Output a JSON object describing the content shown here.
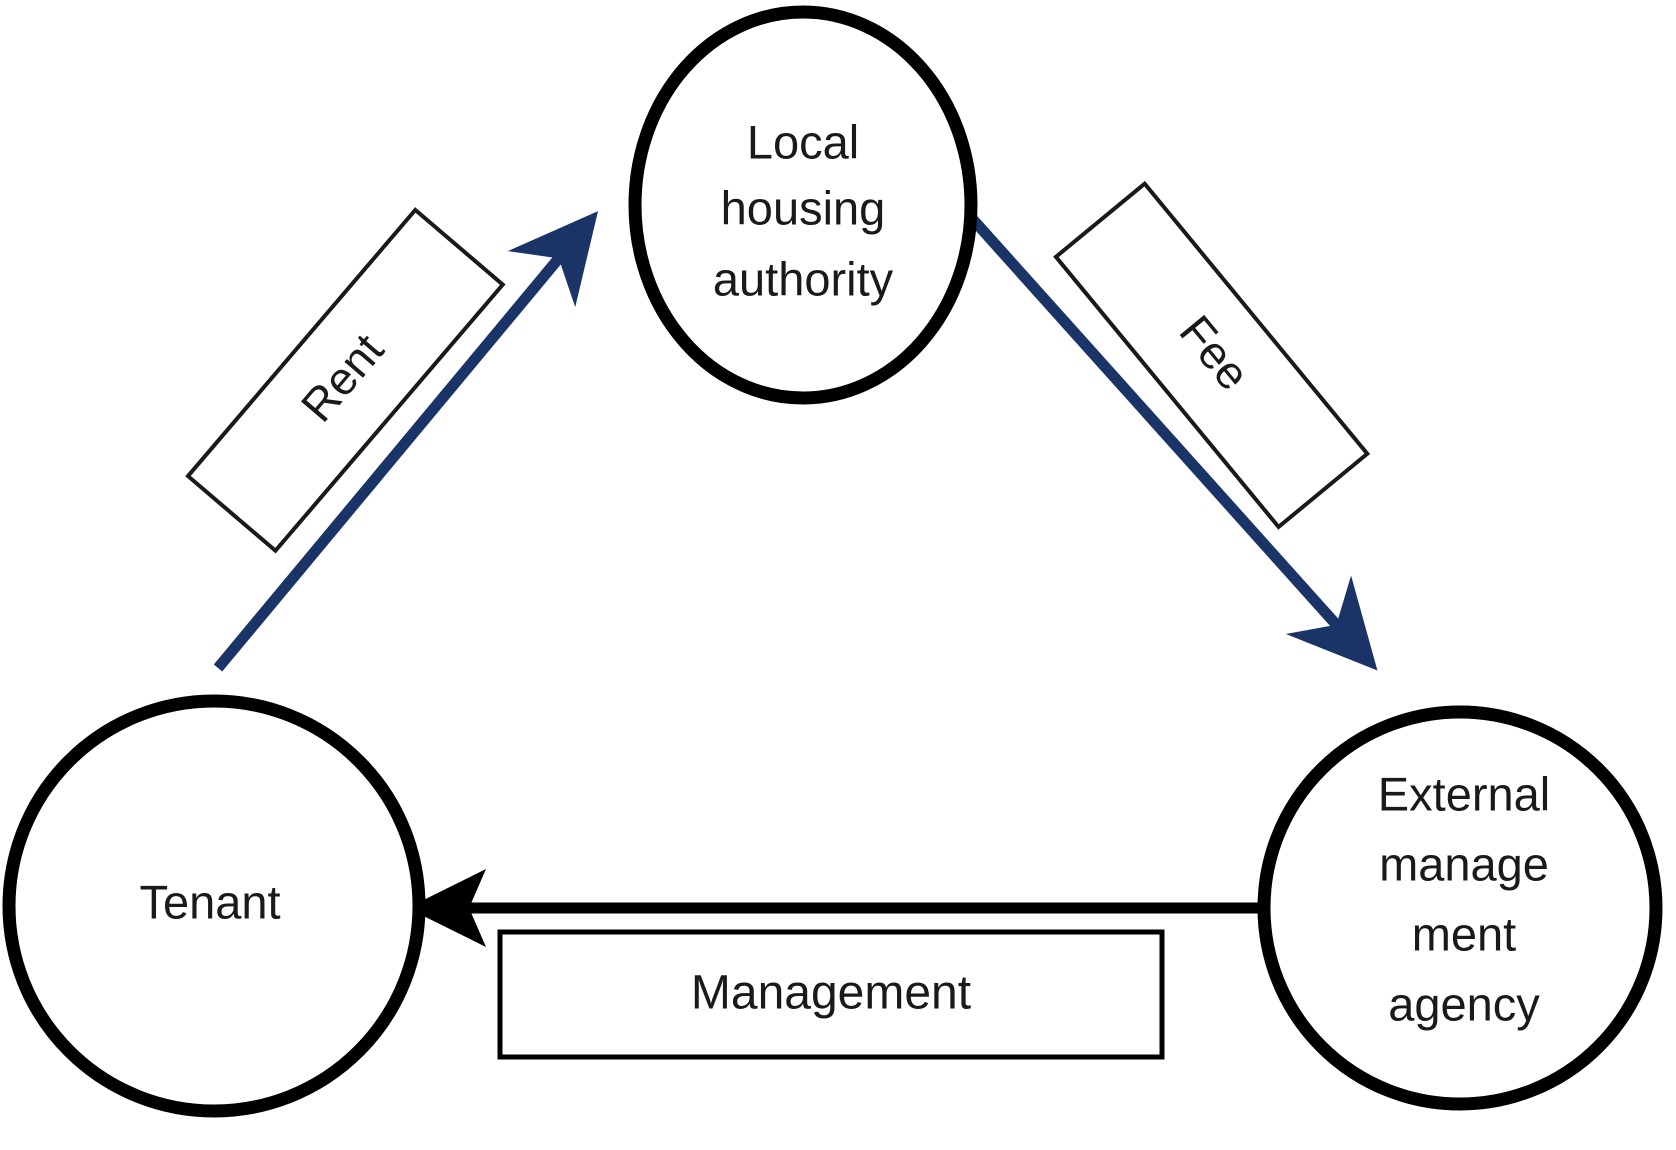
{
  "diagram": {
    "type": "flow-diagram",
    "background_color": "#ffffff",
    "node_stroke_color": "#000000",
    "node_fill_color": "#ffffff",
    "accent_arrow_color": "#1b3468",
    "plain_arrow_color": "#000000",
    "text_color": "#1a1a1a",
    "nodes": [
      {
        "id": "local-housing-authority",
        "shape": "circle",
        "lines": [
          "Local",
          "housing",
          "authority"
        ],
        "line1": "Local",
        "line2": "housing",
        "line3": "authority"
      },
      {
        "id": "tenant",
        "shape": "circle",
        "lines": [
          "Tenant"
        ],
        "line1": "Tenant"
      },
      {
        "id": "external-management-agency",
        "shape": "circle",
        "lines": [
          "External",
          "manage",
          "ment",
          "agency"
        ],
        "line1": "External",
        "line2": "manage",
        "line3": "ment",
        "line4": "agency"
      }
    ],
    "edges": [
      {
        "id": "rent",
        "label": "Rent",
        "from": "tenant",
        "to": "local-housing-authority",
        "color": "#1b3468",
        "label_box": "rotated"
      },
      {
        "id": "fee",
        "label": "Fee",
        "from": "local-housing-authority",
        "to": "external-management-agency",
        "color": "#1b3468",
        "label_box": "rotated"
      },
      {
        "id": "management",
        "label": "Management",
        "from": "external-management-agency",
        "to": "tenant",
        "color": "#000000",
        "label_box": "horizontal"
      }
    ]
  }
}
